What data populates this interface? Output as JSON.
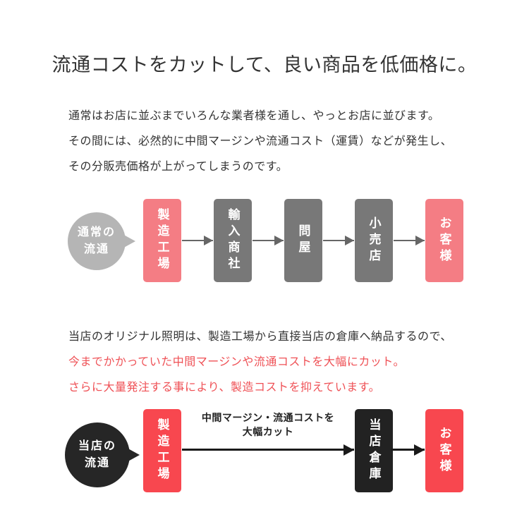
{
  "title": "流通コストをカットして、良い商品を低価格に。",
  "intro": {
    "line1": "通常はお店に並ぶまでいろんな業者様を通し、やっとお店に並びます。",
    "line2": "その間には、必然的に中間マージンや流通コスト（運賃）などが発生し、",
    "line3": "その分販売価格が上がってしまうのです。"
  },
  "flow_normal": {
    "bubble": "通常の\n流通",
    "steps": [
      "製造工場",
      "輸入商社",
      "問屋",
      "小売店",
      "お客様"
    ]
  },
  "middle_text": {
    "line1": "当店のオリジナル照明は、製造工場から直接当店の倉庫へ納品するので、",
    "line2": "今までかかっていた中間マージンや流通コストを大幅にカット。",
    "line3": "さらに大量発注する事により、製造コストを抑えています。"
  },
  "flow_ours": {
    "bubble": "当店の\n流通",
    "arrow_label": "中間マージン・流通コストを\n大幅カット",
    "steps": [
      "製造工場",
      "当店倉庫",
      "お客様"
    ]
  },
  "colors": {
    "text_dark": "#333333",
    "text_red": "#ef5156",
    "bubble_gray": "#b5b5b5",
    "box_gray": "#787878",
    "box_pink": "#f47d84",
    "box_red": "#f8474f",
    "bubble_black": "#262626",
    "box_black": "#222222",
    "arrow_gray": "#666666",
    "arrow_black": "#1a1a1a",
    "background": "#ffffff"
  }
}
